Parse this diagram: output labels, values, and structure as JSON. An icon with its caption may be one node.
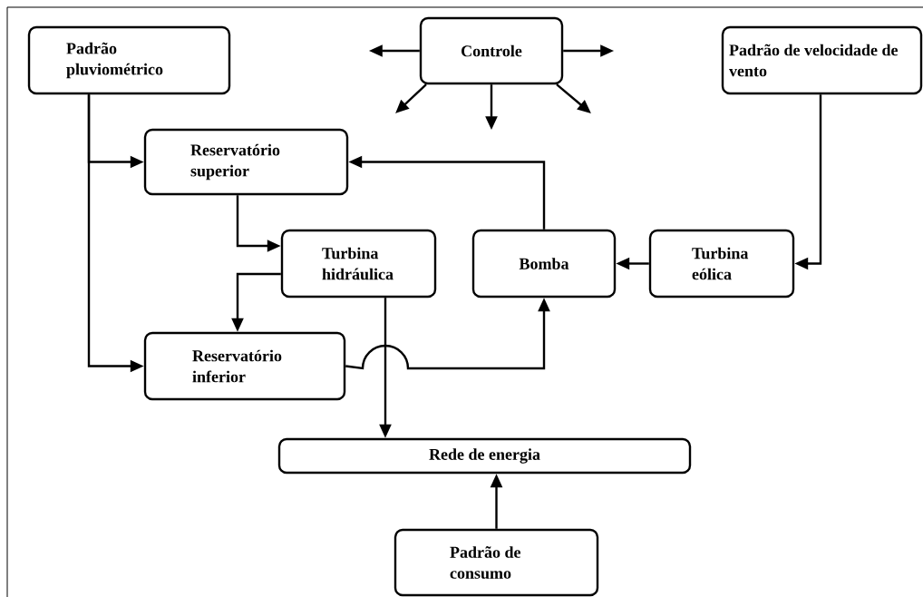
{
  "diagram": {
    "nodes": [
      {
        "text": [
          "Padrão pluviométrico"
        ]
      },
      {
        "text": [
          "Controle"
        ]
      },
      {
        "text": [
          "Padrão de velocidade de vento"
        ]
      },
      {
        "text": [
          "Reservatório superior"
        ]
      },
      {
        "text": [
          "Turbina hidráulica"
        ]
      },
      {
        "text": [
          "Bomba"
        ]
      },
      {
        "text": [
          "Turbina eólica"
        ]
      },
      {
        "text": [
          "Reservatório inferior"
        ]
      },
      {
        "text": [
          "Rede de energia"
        ]
      },
      {
        "text": [
          "Padrão de consumo"
        ]
      }
    ],
    "edges": [
      {
        "from": 0,
        "to": 3,
        "arrow": "to"
      },
      {
        "from": 0,
        "to": 7,
        "arrow": "to"
      },
      {
        "from": 2,
        "to": 6,
        "arrow": "to"
      },
      {
        "from": 6,
        "to": 5,
        "arrow": "to"
      },
      {
        "from": 5,
        "to": 3,
        "arrow": "to"
      },
      {
        "from": 3,
        "to": 4,
        "arrow": "to"
      },
      {
        "from": 4,
        "to": 7,
        "arrow": "to"
      },
      {
        "from": 4,
        "to": 8,
        "arrow": "to"
      },
      {
        "from": 7,
        "to": 5,
        "arrow": "to"
      },
      {
        "from": 9,
        "to": 8,
        "arrow": "to"
      },
      {
        "from": 1,
        "to": null,
        "arrow": "to"
      },
      {
        "from": 1,
        "to": null,
        "arrow": "to"
      },
      {
        "from": 1,
        "to": null,
        "arrow": "to"
      },
      {
        "from": 1,
        "to": null,
        "arrow": "to"
      },
      {
        "from": 1,
        "to": null,
        "arrow": "to"
      }
    ]
  }
}
